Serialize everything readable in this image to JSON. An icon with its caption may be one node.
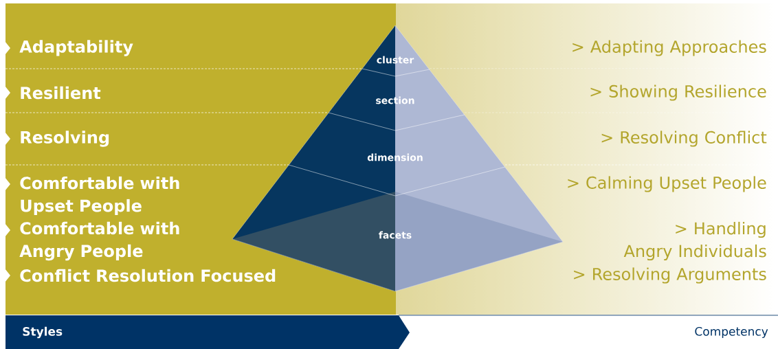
{
  "diagram": {
    "nodes": [
      {
        "text": [
          "Styles"
        ]
      },
      {
        "text": [
          "Competency"
        ]
      }
    ],
    "labels": [
      "Adaptability",
      "cluster",
      "> Adapting Approaches",
      "Resilient",
      "section",
      "> Showing Resilience",
      "Resolving",
      "dimension",
      "> Resolving Conflict",
      "Comfortable with Upset People",
      "> Calming Upset People",
      "facets",
      "Comfortable with Angry People",
      "> Handling Angry Individuals",
      "Conflict Resolution Focused",
      "> Resolving Arguments"
    ]
  }
}
